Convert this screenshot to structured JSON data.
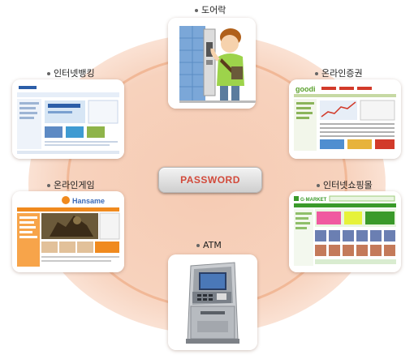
{
  "center": {
    "label": "PASSWORD"
  },
  "nodes": [
    {
      "id": "doorlock",
      "label": "도어락"
    },
    {
      "id": "banking",
      "label": "인터넷뱅킹"
    },
    {
      "id": "stocks",
      "label": "온라인증권"
    },
    {
      "id": "game",
      "label": "온라인게임"
    },
    {
      "id": "shopping",
      "label": "인터넷쇼핑몰"
    },
    {
      "id": "atm",
      "label": "ATM"
    }
  ],
  "screens": {
    "stocks_logo": "goodi",
    "game_logo": "Hansame",
    "shopping_logo": "G·MARKET"
  },
  "colors": {
    "ring": "#f1b897",
    "glow": "#f6cbb3",
    "password_text": "#d24a3b",
    "game_orange": "#f08a1e",
    "shopping_green": "#3a9a2a",
    "banking_blue": "#2c5ea8"
  },
  "icons": [
    "boy-with-door-lock-illustration",
    "atm-machine-illustration"
  ]
}
